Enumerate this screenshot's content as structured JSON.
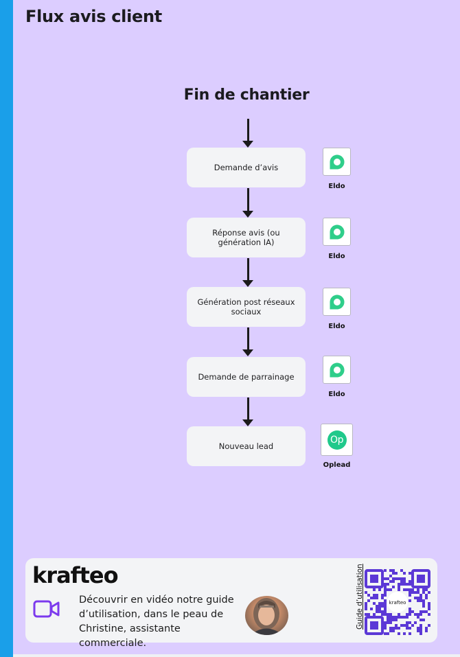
{
  "title": "Flux avis client",
  "flow": {
    "start_label": "Fin de chantier",
    "steps": [
      {
        "label": "Demande d’avis",
        "tool": "Eldo"
      },
      {
        "label": "Réponse avis (ou génération IA)",
        "tool": "Eldo"
      },
      {
        "label": "Génération post réseaux sociaux",
        "tool": "Eldo"
      },
      {
        "label": "Demande de parrainage",
        "tool": "Eldo"
      },
      {
        "label": "Nouveau lead",
        "tool": "Oplead"
      }
    ]
  },
  "tool_logos": {
    "eldo_logo": "speech-bubble-icon",
    "oplead_logo_text": "Op"
  },
  "footer": {
    "brand": "krafteo",
    "text": "Découvrir en vidéo notre guide d’utilisation, dans le peau de Christine, assistante commerciale.",
    "qr_label": "Guide d’utilisation",
    "qr_center_text": "krafteo"
  },
  "colors": {
    "background": "#dccdff",
    "side_strip": "#1a9fe9",
    "eldo_green": "#2fce8a",
    "oplead_green": "#20c98b",
    "video_icon": "#7c3aed",
    "qr_purple": "#5b38d6"
  }
}
